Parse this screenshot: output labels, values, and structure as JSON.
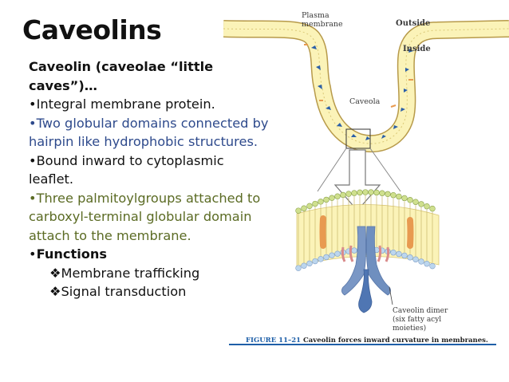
{
  "slide": {
    "title": "Caveolins",
    "intro": "Caveolin (caveolae “little caves”)…",
    "bullets": [
      {
        "marker": "•",
        "text": "Integral membrane protein.",
        "color": "#111111"
      },
      {
        "marker": "•",
        "text": "Two globular domains connected by hairpin like hydrophobic structures.",
        "color": "#2e4a8c"
      },
      {
        "marker": "•",
        "text": "Bound inward to cytoplasmic leaflet.",
        "color": "#111111"
      },
      {
        "marker": "•",
        "text": "Three palmitoylgroups attached to carboxyl-terminal globular domain attach to the membrane.",
        "color": "#5b6b24"
      }
    ],
    "functions": {
      "marker": "•",
      "label": "Functions",
      "items": [
        {
          "marker": "❖",
          "text": "Membrane trafficking"
        },
        {
          "marker": "❖",
          "text": "Signal transduction"
        }
      ]
    }
  },
  "figure": {
    "labels": {
      "plasma": "Plasma",
      "membrane": "membrane",
      "outside": "Outside",
      "inside": "Inside",
      "caveola": "Caveola",
      "dimer_1": "Caveolin dimer",
      "dimer_2": "(six fatty acyl",
      "dimer_3": "moieties)"
    },
    "caption_id": "FIGURE 11–21",
    "caption_text": "Caveolin forces inward curvature in membranes.",
    "colors": {
      "membrane_fill": "#fbf3b8",
      "membrane_edge": "#b79a4a",
      "head_blue": "#bcd6ee",
      "head_green": "#cfe08e",
      "protein_blue": "#6f8fbf",
      "palmitoyl_orange": "#e89a50",
      "accent_blue": "#1e5fa8"
    }
  }
}
